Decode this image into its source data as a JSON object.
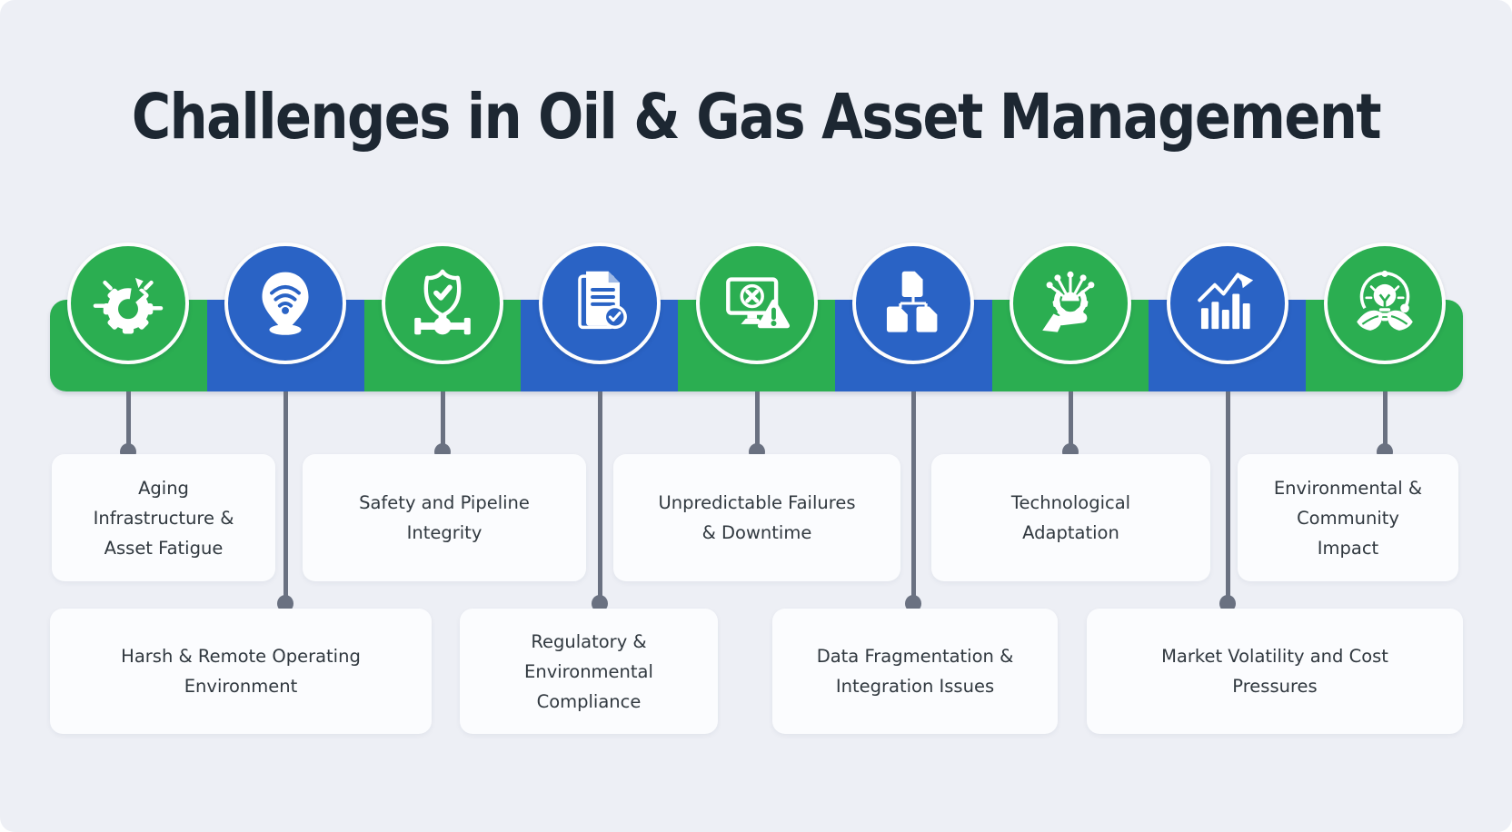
{
  "title": "Challenges in Oil & Gas Asset Management",
  "colors": {
    "background": "#edeff5",
    "green": "#2bae51",
    "blue": "#2a63c5",
    "connector": "#6a7181",
    "card_bg": "#fbfcfe",
    "card_text": "#30383f",
    "title_text": "#1d2732",
    "icon_glyph": "#ffffff"
  },
  "items": [
    {
      "icon": "broken-gear-icon",
      "color": "green",
      "row": "top",
      "label_lines": [
        "Aging",
        "Infrastructure &",
        "Asset Fatigue"
      ]
    },
    {
      "icon": "location-pin-wifi-icon",
      "color": "blue",
      "row": "bottom",
      "label_lines": [
        "Harsh & Remote Operating",
        "Environment"
      ]
    },
    {
      "icon": "shield-pipeline-icon",
      "color": "green",
      "row": "top",
      "label_lines": [
        "Safety and Pipeline",
        "Integrity"
      ]
    },
    {
      "icon": "compliance-document-icon",
      "color": "blue",
      "row": "bottom",
      "label_lines": [
        "Regulatory &",
        "Environmental",
        "Compliance"
      ]
    },
    {
      "icon": "monitor-error-icon",
      "color": "green",
      "row": "top",
      "label_lines": [
        "Unpredictable Failures",
        "& Downtime"
      ]
    },
    {
      "icon": "fragmented-files-icon",
      "color": "blue",
      "row": "bottom",
      "label_lines": [
        "Data Fragmentation &",
        "Integration Issues"
      ]
    },
    {
      "icon": "hand-gear-icon",
      "color": "green",
      "row": "top",
      "label_lines": [
        "Technological",
        "Adaptation"
      ]
    },
    {
      "icon": "bar-chart-arrow-icon",
      "color": "blue",
      "row": "bottom",
      "label_lines": [
        "Market Volatility and Cost",
        "Pressures"
      ]
    },
    {
      "icon": "eco-lightbulb-icon",
      "color": "green",
      "row": "top",
      "label_lines": [
        "Environmental &",
        "Community",
        "Impact"
      ]
    }
  ]
}
